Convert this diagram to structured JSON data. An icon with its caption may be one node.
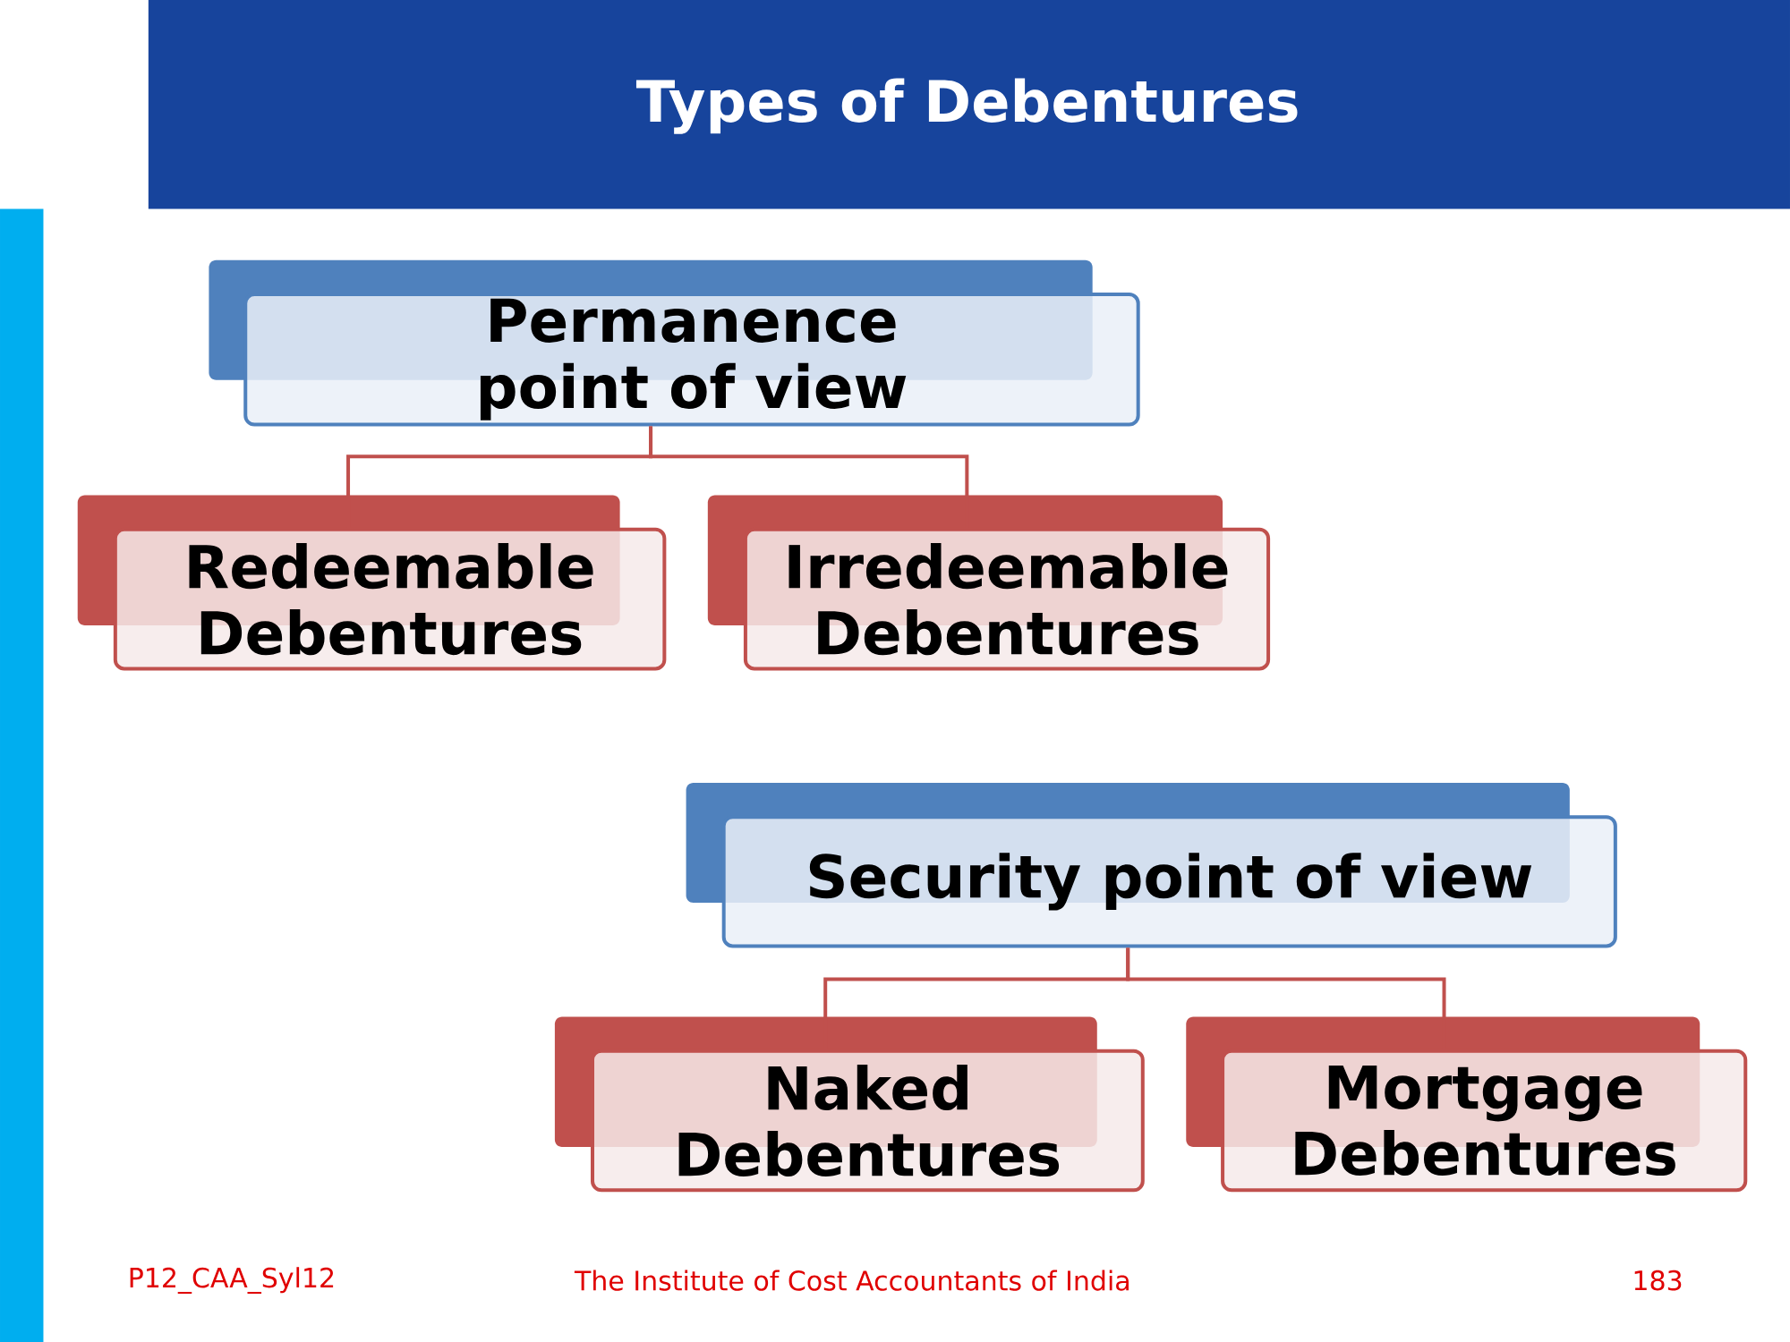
{
  "diagram": {
    "title": "Types of Debentures",
    "nodes": [
      {
        "text": [
          "Permanence point of view"
        ]
      },
      {
        "text": [
          "Redeemable Debentures"
        ]
      },
      {
        "text": [
          "Irredeemable Debentures"
        ]
      },
      {
        "text": [
          "Security point of view"
        ]
      },
      {
        "text": [
          "Naked Debentures"
        ]
      },
      {
        "text": [
          "Mortgage Debentures"
        ]
      }
    ],
    "edges": [
      {
        "from": 0,
        "to": 1,
        "arrow": "none"
      },
      {
        "from": 0,
        "to": 2,
        "arrow": "none"
      },
      {
        "from": 3,
        "to": 4,
        "arrow": "none"
      },
      {
        "from": 3,
        "to": 5,
        "arrow": "none"
      }
    ],
    "labels": [
      "P12_CAA_Syl12",
      "The Institute of Cost Accountants of India",
      "183"
    ]
  }
}
